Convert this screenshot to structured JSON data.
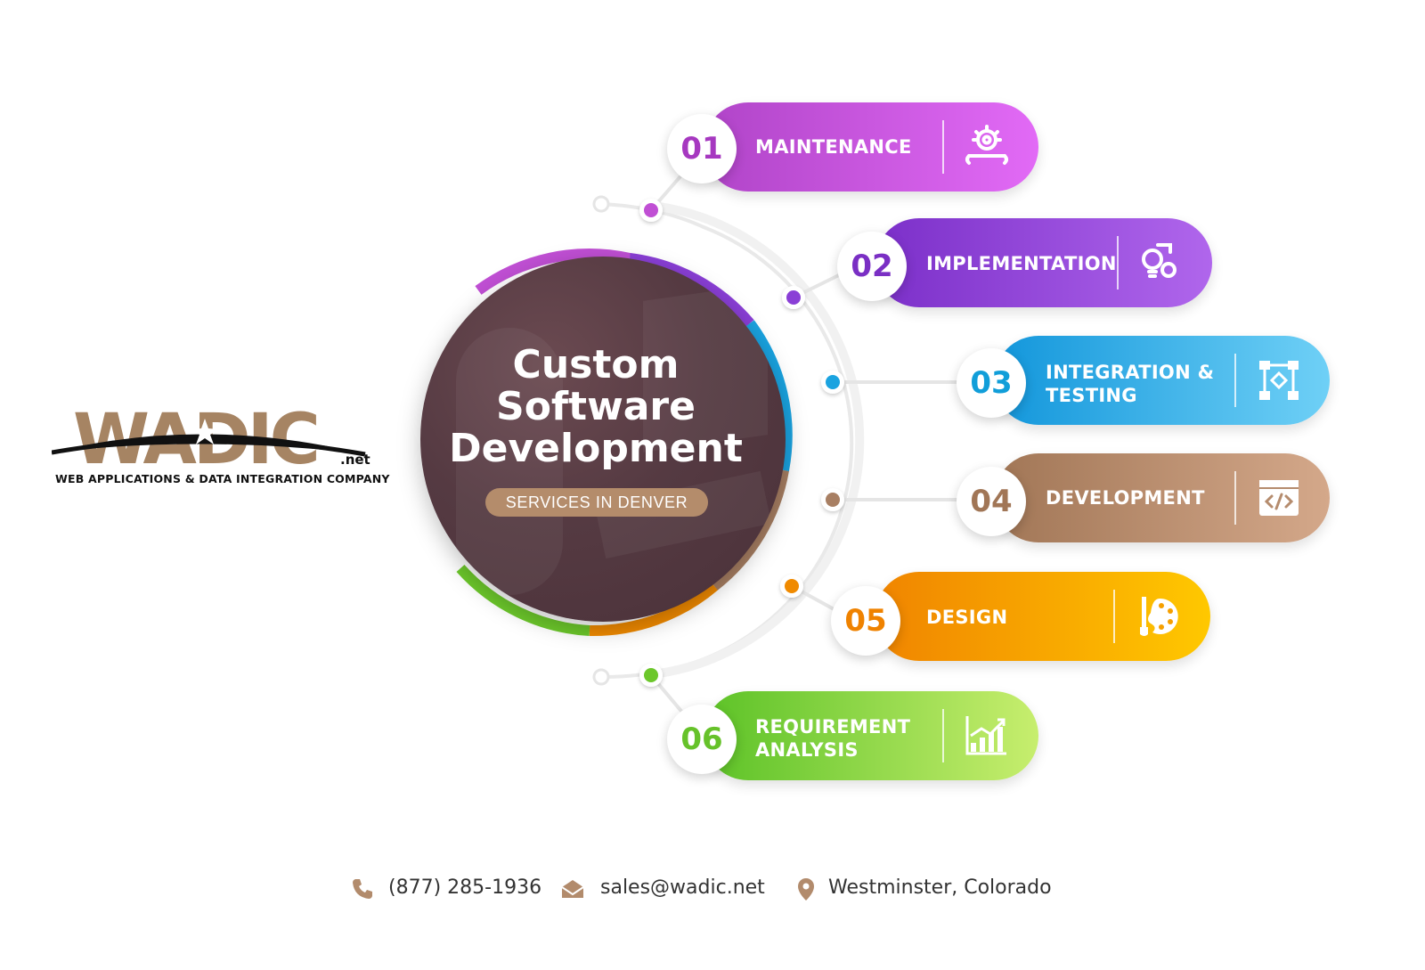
{
  "logo": {
    "wordmark": "WADIC",
    "suffix": ".net",
    "tagline": "WEB APPLICATIONS & DATA INTEGRATION COMPANY"
  },
  "hub": {
    "title_lines": [
      "Custom",
      "Software",
      "Development"
    ],
    "subtitle": "SERVICES IN DENVER"
  },
  "steps": [
    {
      "number": "01",
      "label_lines": [
        "MAINTENANCE"
      ],
      "icon": "gear-wrench-icon",
      "color": "#c04fd4"
    },
    {
      "number": "02",
      "label_lines": [
        "IMPLEMENTATION"
      ],
      "icon": "lightbulb-gear-icon",
      "color": "#8a3fd6"
    },
    {
      "number": "03",
      "label_lines": [
        "INTEGRATION &",
        "TESTING"
      ],
      "icon": "flowchart-icon",
      "color": "#1aa3e0"
    },
    {
      "number": "04",
      "label_lines": [
        "DEVELOPMENT"
      ],
      "icon": "code-window-icon",
      "color": "#a87f63"
    },
    {
      "number": "05",
      "label_lines": [
        "DESIGN"
      ],
      "icon": "palette-brush-icon",
      "color": "#f08a00"
    },
    {
      "number": "06",
      "label_lines": [
        "REQUIREMENT",
        "ANALYSIS"
      ],
      "icon": "bar-chart-icon",
      "color": "#6cc72b"
    }
  ],
  "footer": {
    "phone": "(877) 285-1936",
    "email": "sales@wadic.net",
    "location": "Westminster, Colorado"
  }
}
